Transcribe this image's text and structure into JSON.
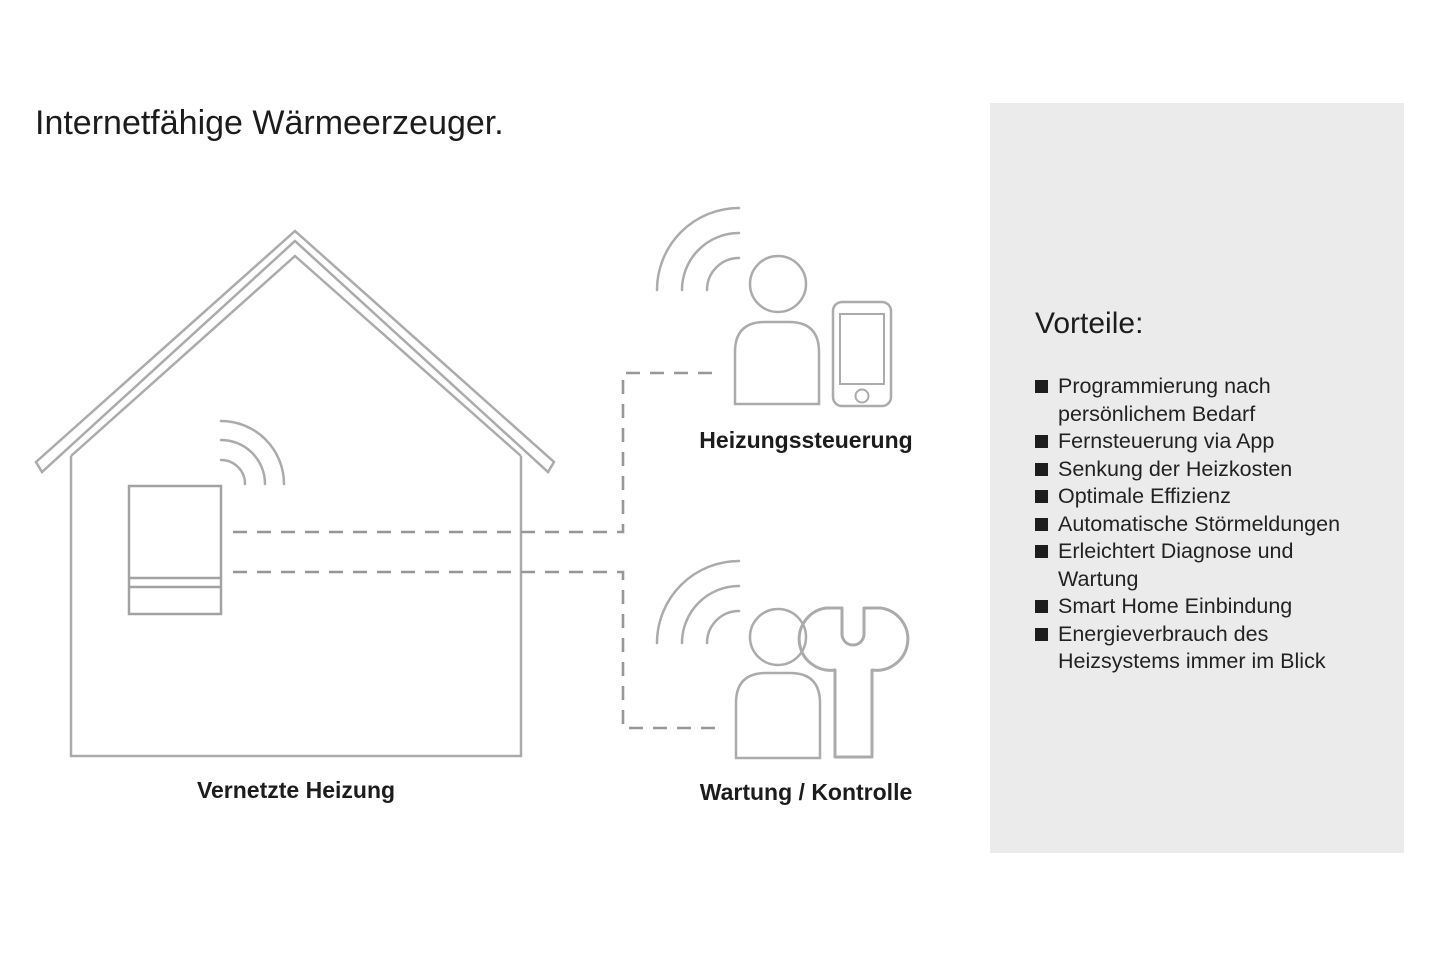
{
  "title": "Internetfähige Wärmeerzeuger.",
  "captions": {
    "house": "Vernetzte Heizung",
    "heating_control": "Heizungssteuerung",
    "maintenance": "Wartung / Kontrolle"
  },
  "panel": {
    "heading": "Vorteile:",
    "items": [
      [
        "Programmierung nach",
        "persönlichem Bedarf"
      ],
      [
        "Fernsteuerung via App"
      ],
      [
        "Senkung der Heizkosten"
      ],
      [
        "Optimale Effizienz"
      ],
      [
        "Automatische Störmeldungen"
      ],
      [
        "Erleichtert Diagnose und",
        "Wartung"
      ],
      [
        "Smart Home Einbindung"
      ],
      [
        "Energieverbrauch des",
        "Heizsystems immer im Blick"
      ]
    ]
  },
  "icons": [
    "house-icon",
    "boiler-icon",
    "wifi-signal-icon",
    "person-icon",
    "smartphone-icon",
    "wrench-icon",
    "bullet-square-icon"
  ],
  "colors": {
    "artwork_line": "#ababab",
    "dashed_line": "#979797",
    "panel_background": "#ebebeb",
    "text": "#1c1c1c"
  }
}
